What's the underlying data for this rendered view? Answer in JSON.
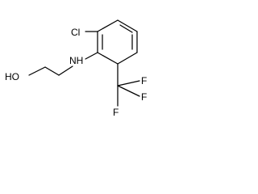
{
  "molecule": {
    "atoms": {
      "cl": "Cl",
      "nh": "NH",
      "oh": "HO",
      "f_top": "F",
      "f_right": "F",
      "f_bottom": "F"
    }
  }
}
